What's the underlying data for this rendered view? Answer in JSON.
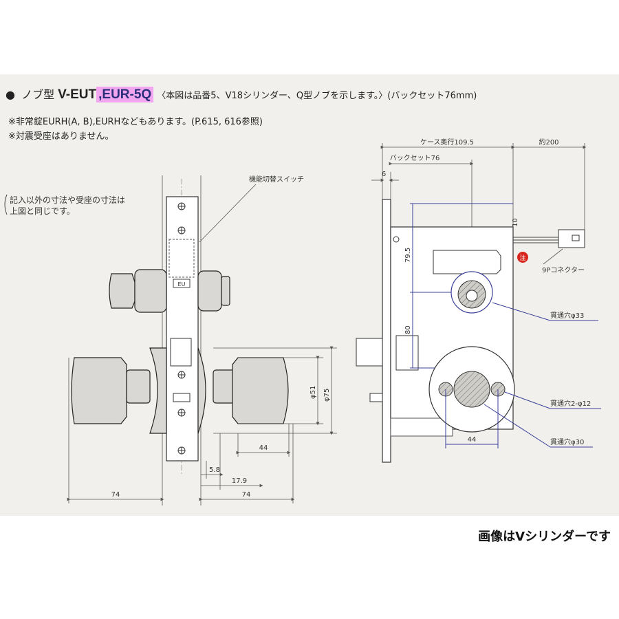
{
  "header": {
    "bullet": "●",
    "type_label": "ノブ型",
    "model_primary": "V-EUT",
    "model_highlight": ",EUR-5Q",
    "description": "〈本図は品番5、V18シリンダー、Q型ノブを示します。〉(バックセット76mm)"
  },
  "notes": [
    "※非常錠EURH(A, B),EURHなどもあります。(P.615, 616参照)",
    "※対震受座はありません。"
  ],
  "side_note": [
    "記入以外の寸法や受座の寸法は",
    "上図と同じです。"
  ],
  "left_view": {
    "switch_label": "機能切替スイッチ",
    "dims": {
      "d44": "44",
      "d58": "5.8",
      "d179": "17.9",
      "d74_left": "74",
      "d74_right": "74",
      "phi51": "φ51",
      "phi75": "φ75"
    }
  },
  "right_view": {
    "case_depth": "ケース奥行109.5",
    "approx200": "約200",
    "backset": "バックセット76",
    "d6": "6",
    "d10": "10",
    "d795": "79.5",
    "d80": "80",
    "d44": "44",
    "connector": "9Pコネクター",
    "note_mark": "注",
    "hole33": "貫通穴φ33",
    "hole12": "貫通穴2-φ12",
    "hole30": "貫通穴φ30"
  },
  "caption": "画像はVシリンダーです",
  "colors": {
    "highlight": "#f2a6f0",
    "callout_blue": "#3a3f9a",
    "note_red": "#d8261f",
    "panel_bg": "#f1f0ec"
  }
}
